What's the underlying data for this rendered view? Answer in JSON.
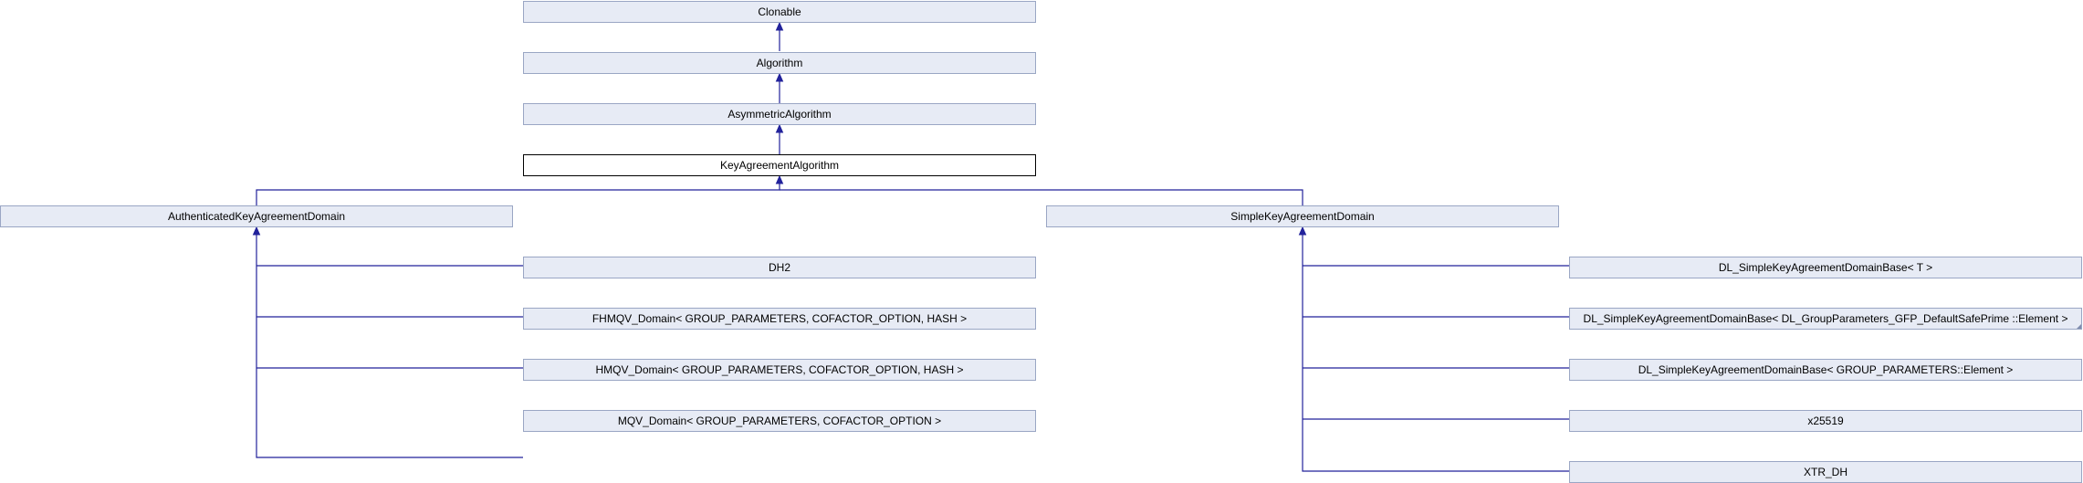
{
  "diagram": {
    "colors": {
      "edge": "#22229b",
      "node_fill": "#e7ebf5",
      "node_border": "#9aa6c4",
      "current_fill": "#ffffff"
    },
    "nodes": {
      "clonable": "Clonable",
      "algorithm": "Algorithm",
      "asymmetric": "AsymmetricAlgorithm",
      "keyagreement": "KeyAgreementAlgorithm",
      "authenticated": "AuthenticatedKeyAgreementDomain",
      "simple": "SimpleKeyAgreementDomain",
      "dh2": "DH2",
      "fhmqv": "FHMQV_Domain< GROUP_PARAMETERS, COFACTOR_OPTION, HASH >",
      "hmqv": "HMQV_Domain< GROUP_PARAMETERS, COFACTOR_OPTION, HASH >",
      "mqv": "MQV_Domain< GROUP_PARAMETERS, COFACTOR_OPTION >",
      "dl_t": "DL_SimpleKeyAgreementDomainBase< T >",
      "dl_gfp": "DL_SimpleKeyAgreementDomainBase< DL_GroupParameters_GFP_DefaultSafePrime ::Element >",
      "dl_group": "DL_SimpleKeyAgreementDomainBase< GROUP_PARAMETERS::Element >",
      "x25519": "x25519",
      "xtr": "XTR_DH"
    }
  }
}
